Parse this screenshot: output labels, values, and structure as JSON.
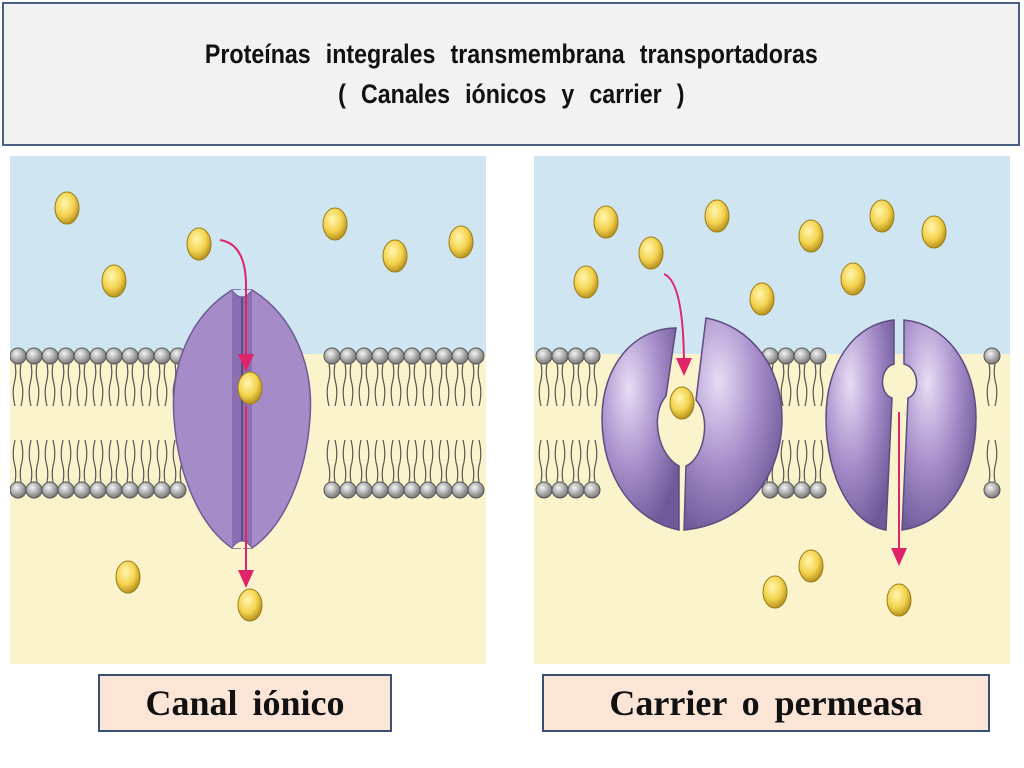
{
  "title": {
    "line1": "Proteínas integrales transmembrana transportadoras",
    "line2": "( Canales iónicos y carrier )"
  },
  "labels": {
    "left": "Canal iónico",
    "right": "Carrier o permeasa"
  },
  "colors": {
    "extracellular": "#cfe6f2",
    "intracellular": "#fbf3cc",
    "protein": "#a58bc8",
    "protein_dark": "#7e67a6",
    "ion": "#f4d34e",
    "arrow": "#e0246a",
    "phospholipid_head": "#9a9a9a"
  }
}
